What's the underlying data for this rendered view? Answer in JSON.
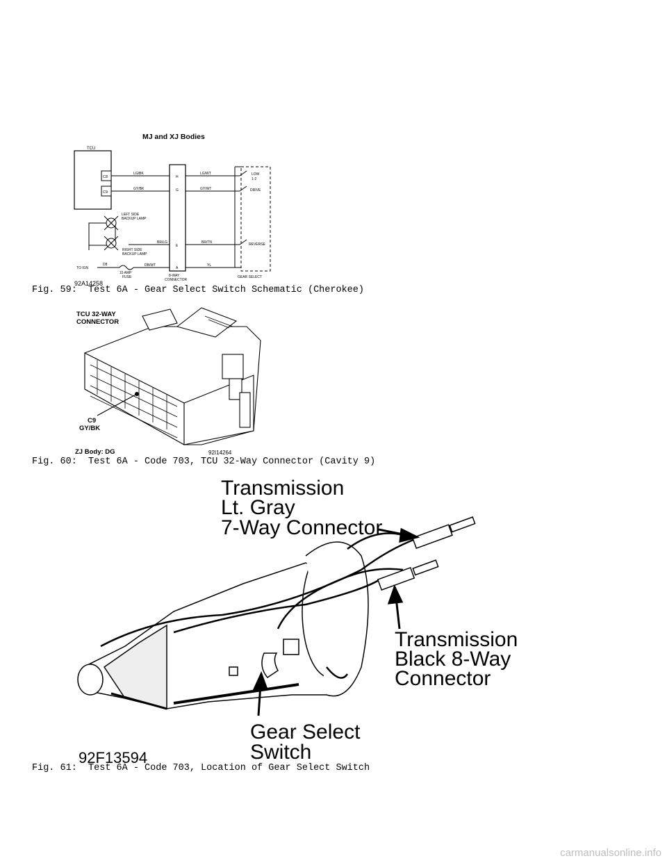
{
  "figure59": {
    "title": "MJ and XJ Bodies",
    "tcu_label": "TCU",
    "pins": [
      "C8",
      "C9"
    ],
    "wires_left": [
      "LG/BK",
      "GY/BK",
      "BR/LG",
      "DB/WT"
    ],
    "wires_right": [
      "LG/WT",
      "GY/WT",
      "BR/TN",
      "YL"
    ],
    "connector_pins": [
      "H",
      "G",
      "E",
      "A"
    ],
    "switch_positions": [
      "LOW",
      "1-2",
      "DRIVE",
      "REVERSE"
    ],
    "left_lamp": [
      "LEFT SIDE",
      "BACKUP LAMP"
    ],
    "right_lamp": [
      "RIGHT SIDE",
      "BACKUP LAMP"
    ],
    "to_ign": "TO IGN",
    "d8_label": "D8",
    "fuse": [
      "15 AMP",
      "FUSE"
    ],
    "connector_label": [
      "8-WAY",
      "CONNECTOR"
    ],
    "gear_select_label": "GEAR SELECT",
    "part_no": "92A14258",
    "caption": "Fig. 59:  Test 6A - Gear Select Switch Schematic (Cherokee)"
  },
  "figure60": {
    "connector_title": [
      "TCU 32-WAY",
      "CONNECTOR"
    ],
    "cavity": [
      "C9",
      "GY/BK"
    ],
    "body_label": "ZJ Body: DG",
    "part_no": "92I14264",
    "caption": "Fig. 60:  Test 6A - Code 703, TCU 32-Way Connector (Cavity 9)"
  },
  "figure61": {
    "label_top": [
      "Transmission",
      "Lt. Gray",
      "7-Way Connector"
    ],
    "label_right": [
      "Transmission",
      "Black 8-Way",
      "Connector"
    ],
    "label_bottom": [
      "Gear Select",
      "Switch"
    ],
    "part_no": "92F13594",
    "caption": "Fig. 61:  Test 6A - Code 703, Location of Gear Select Switch"
  },
  "watermark": "carmanualsonline.info"
}
